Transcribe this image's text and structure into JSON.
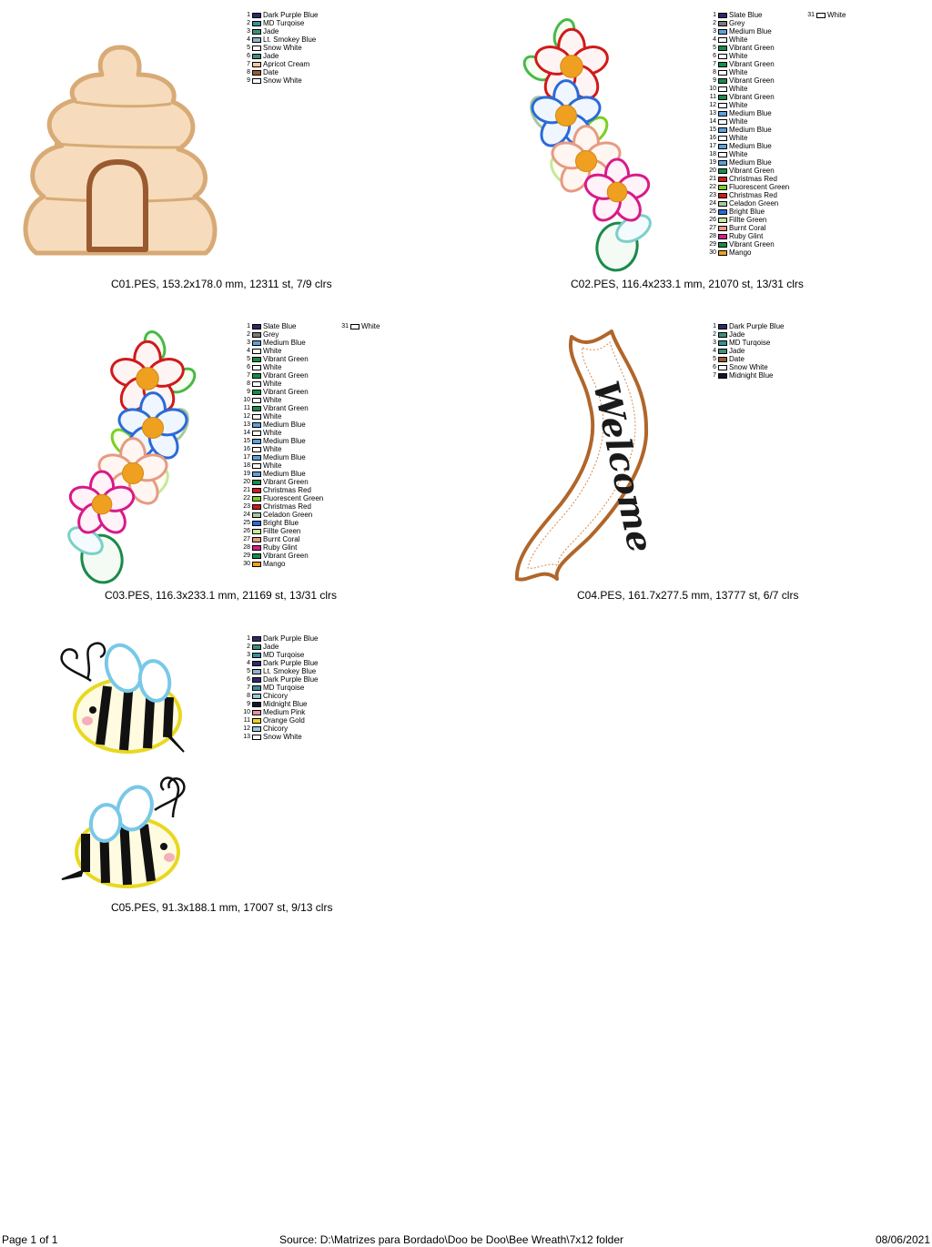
{
  "designs": [
    {
      "caption": "C01.PES, 153.2x178.0 mm, 12311 st, 7/9 clrs"
    },
    {
      "caption": "C02.PES, 116.4x233.1 mm, 21070 st, 13/31 clrs"
    },
    {
      "caption": "C03.PES, 116.3x233.1 mm, 21169 st, 13/31 clrs"
    },
    {
      "caption": "C04.PES, 161.7x277.5 mm, 13777 st, 6/7 clrs"
    },
    {
      "caption": "C05.PES, 91.3x188.1 mm, 17007 st, 9/13 clrs"
    }
  ],
  "welcome_text": "Welcome",
  "legends": [
    [
      {
        "n": "1",
        "name": "Dark Purple Blue",
        "color": "#2e2a6e"
      },
      {
        "n": "2",
        "name": "MD Turqoise",
        "color": "#3a8f9c"
      },
      {
        "n": "3",
        "name": "Jade",
        "color": "#3f8f78"
      },
      {
        "n": "4",
        "name": "Lt. Smokey Blue",
        "color": "#8fb4c8"
      },
      {
        "n": "5",
        "name": "Snow White",
        "color": "#ffffff"
      },
      {
        "n": "6",
        "name": "Jade",
        "color": "#3f8f78"
      },
      {
        "n": "7",
        "name": "Apricot Cream",
        "color": "#f2c9a0"
      },
      {
        "n": "8",
        "name": "Date",
        "color": "#9a5a30"
      },
      {
        "n": "9",
        "name": "Snow White",
        "color": "#ffffff"
      }
    ],
    [
      {
        "n": "1",
        "name": "Slate Blue",
        "color": "#2c2a6a"
      },
      {
        "n": "2",
        "name": "Grey",
        "color": "#7a7a7a"
      },
      {
        "n": "3",
        "name": "Medium Blue",
        "color": "#5fa0d8"
      },
      {
        "n": "4",
        "name": "White",
        "color": "#ffffff"
      },
      {
        "n": "5",
        "name": "Vibrant Green",
        "color": "#1a8a4a"
      },
      {
        "n": "6",
        "name": "White",
        "color": "#ffffff"
      },
      {
        "n": "7",
        "name": "Vibrant Green",
        "color": "#1a8a4a"
      },
      {
        "n": "8",
        "name": "White",
        "color": "#ffffff"
      },
      {
        "n": "9",
        "name": "Vibrant Green",
        "color": "#1a8a4a"
      },
      {
        "n": "10",
        "name": "White",
        "color": "#ffffff"
      },
      {
        "n": "11",
        "name": "Vibrant Green",
        "color": "#1a8a4a"
      },
      {
        "n": "12",
        "name": "White",
        "color": "#ffffff"
      },
      {
        "n": "13",
        "name": "Medium Blue",
        "color": "#5fa0d8"
      },
      {
        "n": "14",
        "name": "White",
        "color": "#ffffff"
      },
      {
        "n": "15",
        "name": "Medium Blue",
        "color": "#5fa0d8"
      },
      {
        "n": "16",
        "name": "White",
        "color": "#ffffff"
      },
      {
        "n": "17",
        "name": "Medium Blue",
        "color": "#5fa0d8"
      },
      {
        "n": "18",
        "name": "White",
        "color": "#ffffff"
      },
      {
        "n": "19",
        "name": "Medium Blue",
        "color": "#5fa0d8"
      },
      {
        "n": "20",
        "name": "Vibrant Green",
        "color": "#1a8a4a"
      },
      {
        "n": "21",
        "name": "Christmas Red",
        "color": "#d01a1a"
      },
      {
        "n": "22",
        "name": "Fluorescent Green",
        "color": "#7ad020"
      },
      {
        "n": "23",
        "name": "Christmas Red",
        "color": "#d01a1a"
      },
      {
        "n": "24",
        "name": "Celadon Green",
        "color": "#a8c8a0"
      },
      {
        "n": "25",
        "name": "Bright Blue",
        "color": "#2a6ad8"
      },
      {
        "n": "26",
        "name": "Fillte Green",
        "color": "#c8e89a"
      },
      {
        "n": "27",
        "name": "Burnt Coral",
        "color": "#e89a80"
      },
      {
        "n": "28",
        "name": "Ruby Glint",
        "color": "#d81a8a"
      },
      {
        "n": "29",
        "name": "Vibrant Green",
        "color": "#1a8a4a"
      },
      {
        "n": "30",
        "name": "Mango",
        "color": "#f0a020"
      }
    ],
    [
      {
        "n": "1",
        "name": "Slate Blue",
        "color": "#2c2a6a"
      },
      {
        "n": "2",
        "name": "Grey",
        "color": "#7a7a7a"
      },
      {
        "n": "3",
        "name": "Medium Blue",
        "color": "#5fa0d8"
      },
      {
        "n": "4",
        "name": "White",
        "color": "#ffffff"
      },
      {
        "n": "5",
        "name": "Vibrant Green",
        "color": "#1a8a4a"
      },
      {
        "n": "6",
        "name": "White",
        "color": "#ffffff"
      },
      {
        "n": "7",
        "name": "Vibrant Green",
        "color": "#1a8a4a"
      },
      {
        "n": "8",
        "name": "White",
        "color": "#ffffff"
      },
      {
        "n": "9",
        "name": "Vibrant Green",
        "color": "#1a8a4a"
      },
      {
        "n": "10",
        "name": "White",
        "color": "#ffffff"
      },
      {
        "n": "11",
        "name": "Vibrant Green",
        "color": "#1a8a4a"
      },
      {
        "n": "12",
        "name": "White",
        "color": "#ffffff"
      },
      {
        "n": "13",
        "name": "Medium Blue",
        "color": "#5fa0d8"
      },
      {
        "n": "14",
        "name": "White",
        "color": "#ffffff"
      },
      {
        "n": "15",
        "name": "Medium Blue",
        "color": "#5fa0d8"
      },
      {
        "n": "16",
        "name": "White",
        "color": "#ffffff"
      },
      {
        "n": "17",
        "name": "Medium Blue",
        "color": "#5fa0d8"
      },
      {
        "n": "18",
        "name": "White",
        "color": "#ffffff"
      },
      {
        "n": "19",
        "name": "Medium Blue",
        "color": "#5fa0d8"
      },
      {
        "n": "20",
        "name": "Vibrant Green",
        "color": "#1a8a4a"
      },
      {
        "n": "21",
        "name": "Christmas Red",
        "color": "#d01a1a"
      },
      {
        "n": "22",
        "name": "Fluorescent Green",
        "color": "#7ad020"
      },
      {
        "n": "23",
        "name": "Christmas Red",
        "color": "#d01a1a"
      },
      {
        "n": "24",
        "name": "Celadon Green",
        "color": "#a8c8a0"
      },
      {
        "n": "25",
        "name": "Bright Blue",
        "color": "#2a6ad8"
      },
      {
        "n": "26",
        "name": "Fillte Green",
        "color": "#c8e89a"
      },
      {
        "n": "27",
        "name": "Burnt Coral",
        "color": "#e89a80"
      },
      {
        "n": "28",
        "name": "Ruby Glint",
        "color": "#d81a8a"
      },
      {
        "n": "29",
        "name": "Vibrant Green",
        "color": "#1a8a4a"
      },
      {
        "n": "30",
        "name": "Mango",
        "color": "#f0a020"
      }
    ],
    [
      {
        "n": "1",
        "name": "Dark Purple Blue",
        "color": "#2e2a6e"
      },
      {
        "n": "2",
        "name": "Jade",
        "color": "#3f8f78"
      },
      {
        "n": "3",
        "name": "MD Turqoise",
        "color": "#3a8f9c"
      },
      {
        "n": "4",
        "name": "Jade",
        "color": "#3f8f78"
      },
      {
        "n": "5",
        "name": "Date",
        "color": "#9a5a30"
      },
      {
        "n": "6",
        "name": "Snow White",
        "color": "#ffffff"
      },
      {
        "n": "7",
        "name": "Midnight Blue",
        "color": "#141428"
      }
    ],
    [
      {
        "n": "1",
        "name": "Dark Purple Blue",
        "color": "#2e2a6e"
      },
      {
        "n": "2",
        "name": "Jade",
        "color": "#3f8f78"
      },
      {
        "n": "3",
        "name": "MD Turqoise",
        "color": "#3a8f9c"
      },
      {
        "n": "4",
        "name": "Dark Purple Blue",
        "color": "#2e2a6e"
      },
      {
        "n": "5",
        "name": "Lt. Smokey Blue",
        "color": "#8fb4c8"
      },
      {
        "n": "6",
        "name": "Dark Purple Blue",
        "color": "#2e2a6e"
      },
      {
        "n": "7",
        "name": "MD Turqoise",
        "color": "#3a8f9c"
      },
      {
        "n": "8",
        "name": "Chicory",
        "color": "#9ac8e0"
      },
      {
        "n": "9",
        "name": "Midnight Blue",
        "color": "#141428"
      },
      {
        "n": "10",
        "name": "Medium Pink",
        "color": "#e890a0"
      },
      {
        "n": "11",
        "name": "Orange Gold",
        "color": "#f0d020"
      },
      {
        "n": "12",
        "name": "Chicory",
        "color": "#9ac8e0"
      },
      {
        "n": "13",
        "name": "Snow White",
        "color": "#ffffff"
      }
    ]
  ],
  "extra_legend": [
    {
      "n": "31",
      "name": "White",
      "color": "#ffffff"
    },
    {
      "n": "31",
      "name": "White",
      "color": "#ffffff"
    }
  ],
  "footer": {
    "page": "Page 1 of 1",
    "source": "Source: D:\\Matrizes para Bordado\\Doo be Doo\\Bee Wreath\\7x12 folder",
    "date": "08/06/2021"
  }
}
